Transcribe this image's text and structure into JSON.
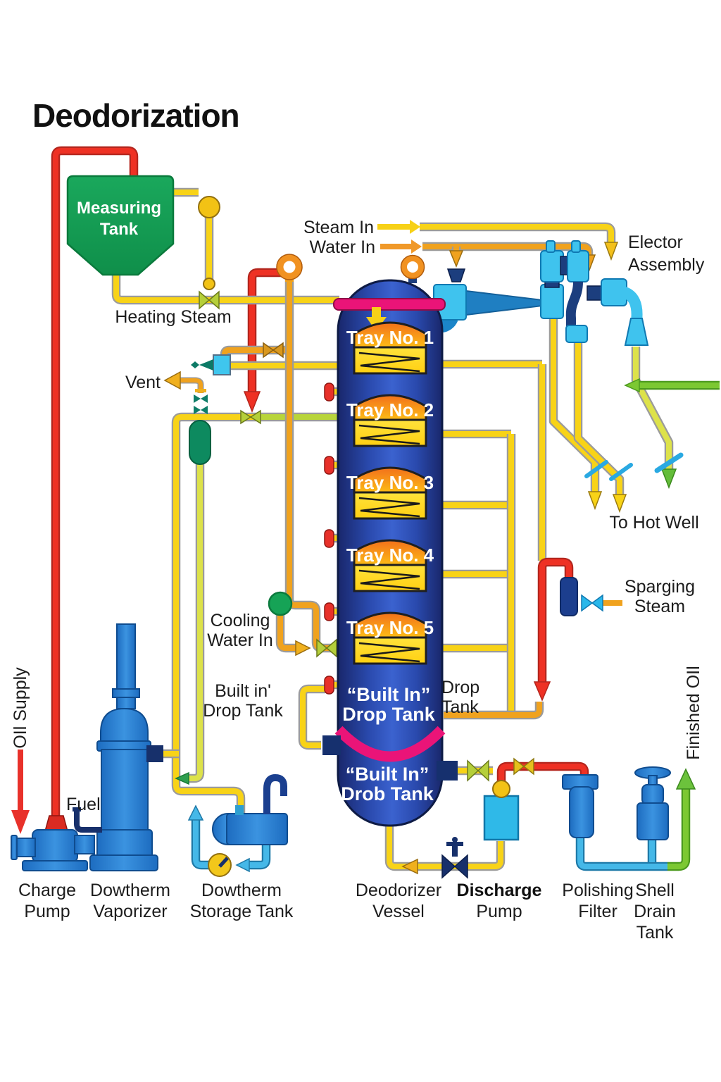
{
  "title": "Deodorization",
  "labels": {
    "measuring_tank": [
      "Measuring",
      "Tank"
    ],
    "heating_steam": "Heating Steam",
    "steam_in": "Steam In",
    "water_in": "Water In",
    "elector_assembly": [
      "Elector",
      "Assembly"
    ],
    "vent": "Vent",
    "to_hot_well": "To Hot Well",
    "cooling_water": [
      "Cooling",
      "Water In"
    ],
    "built_in_drop_left": [
      "Built in'",
      "Drop Tank"
    ],
    "vessel_drop_tank": [
      "“Built In”",
      "Drop Tank"
    ],
    "drop_tank_right": [
      "Drop",
      "Tank"
    ],
    "vessel_drob_tank": [
      "“Built In”",
      "Drob Tank"
    ],
    "sparging_steam": [
      "Sparging",
      "Steam"
    ],
    "oil_supply": "OIl Supply",
    "fuel": "Fuel",
    "finished_oil": "Finished OIl"
  },
  "trays": [
    "Tray No. 1",
    "Tray No. 2",
    "Tray No. 3",
    "Tray No. 4",
    "Tray No. 5"
  ],
  "equipment_labels": {
    "charge_pump": [
      "Charge",
      "Pump"
    ],
    "dowtherm_vaporizer": [
      "Dowtherm",
      "Vaporizer"
    ],
    "dowtherm_storage_tank": [
      "Dowtherm",
      "Storage Tank"
    ],
    "deodorizer_vessel": [
      "Deodorizer",
      "Vessel"
    ],
    "discharge_pump": [
      "Discharge",
      "Pump"
    ],
    "polishing_filter": [
      "Polishing",
      "Filter"
    ],
    "shell_drain_tank": [
      "Shell",
      "Drain",
      "Tank"
    ]
  },
  "colors": {
    "pipe_yellow": "#f8d317",
    "pipe_orange": "#f0a21e",
    "pipe_red": "#ee3124",
    "pipe_lime": "#b8d53a",
    "pipe_light_blue": "#45b8e8",
    "pipe_green": "#7cc832",
    "vessel_navy": "#2a4aae",
    "vessel_band_pink": "#ea1478",
    "tray_orange": "#f47c1c",
    "tray_yellow": "#ffd012",
    "measuring_tank_green": "#159a50",
    "equipment_blue": "#1d6cc0",
    "ejector_cyan": "#3fc3ee",
    "cooling_water_green": "#16a356"
  }
}
